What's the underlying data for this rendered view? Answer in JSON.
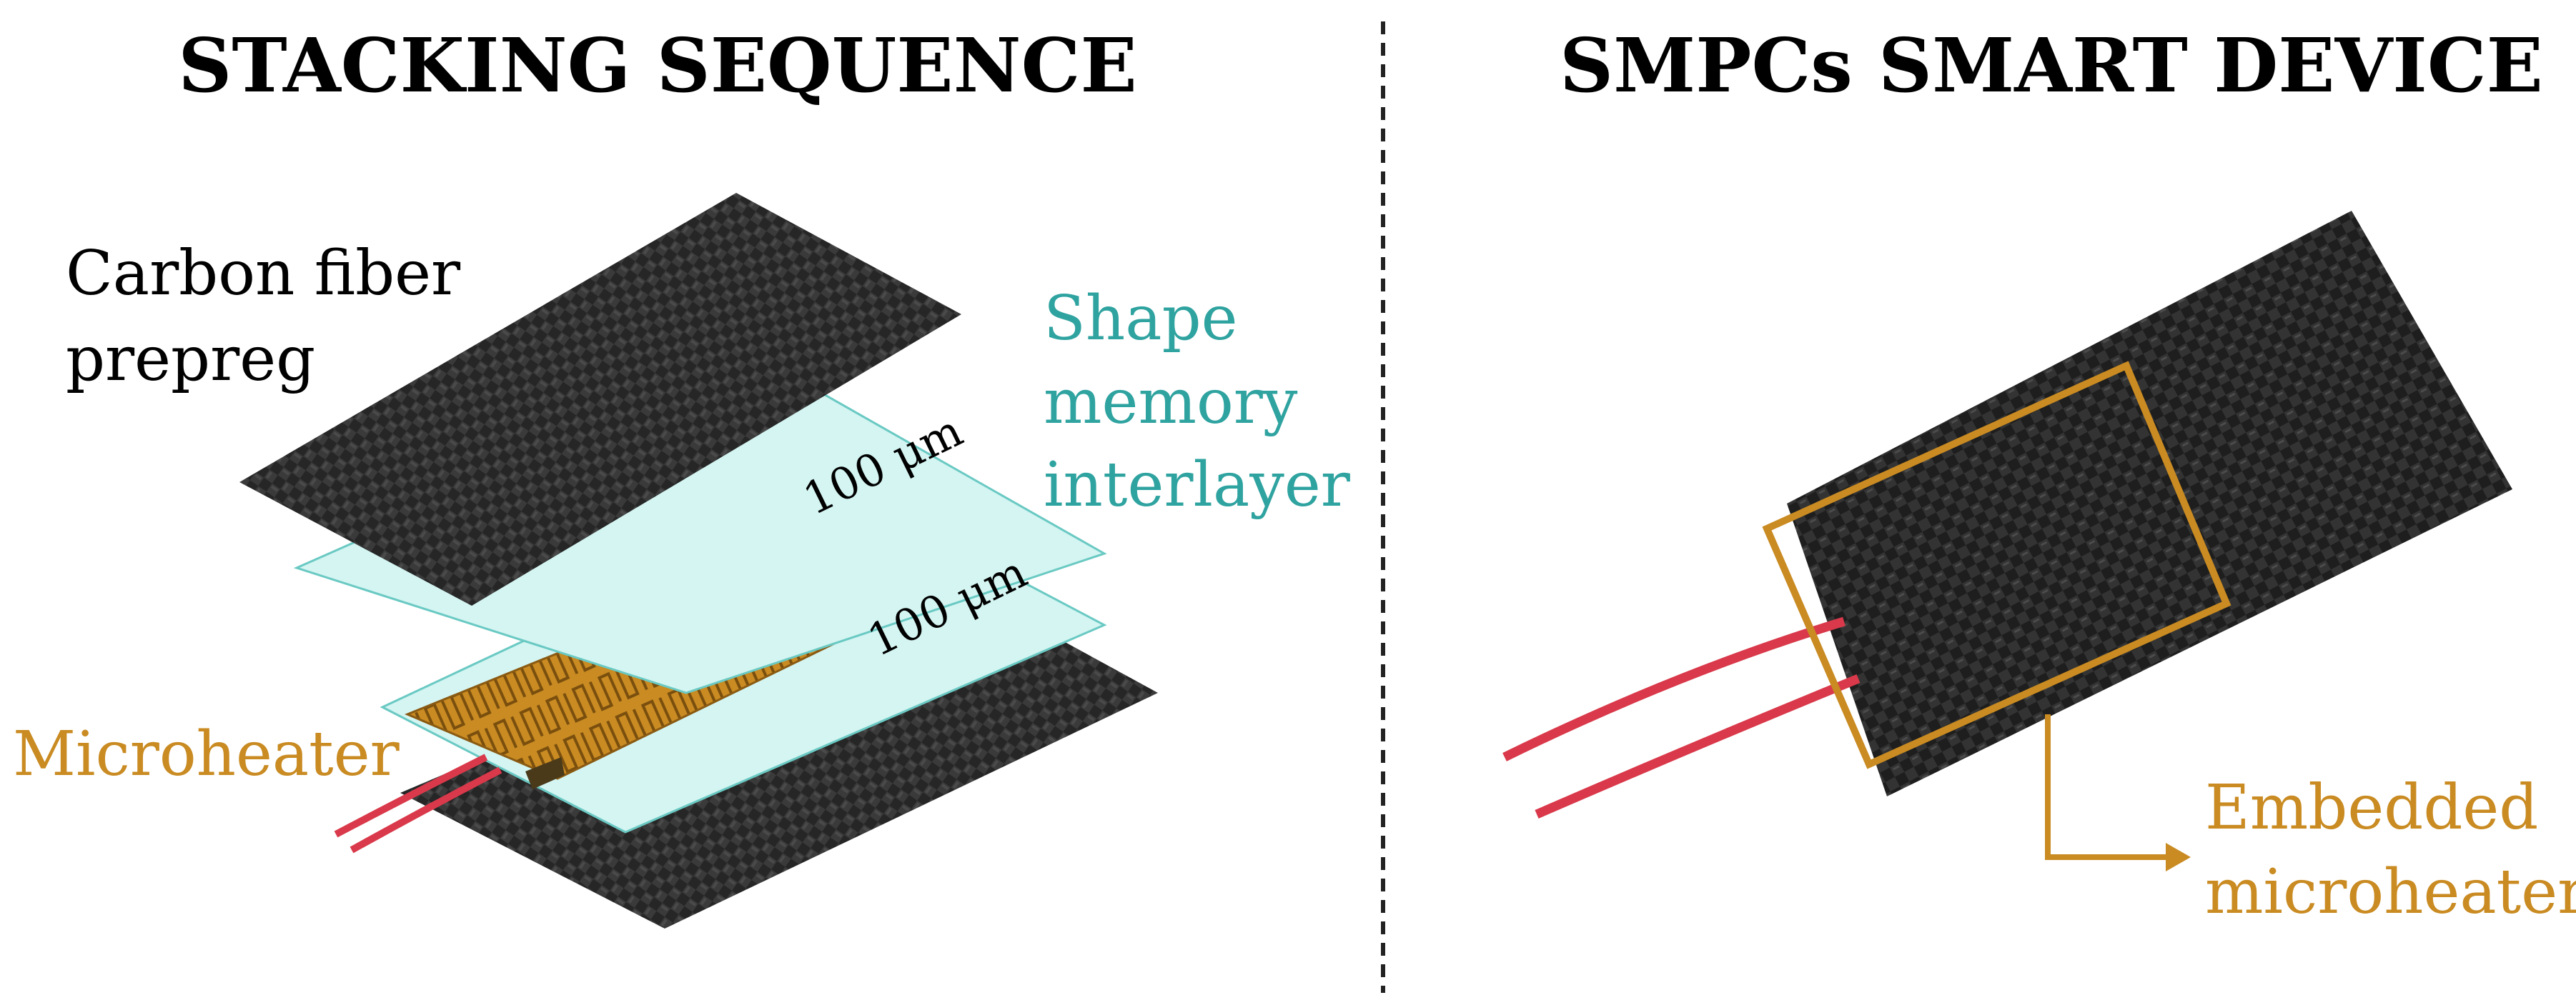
{
  "left_panel": {
    "title": "STACKING SEQUENCE",
    "carbon_label": [
      "Carbon fiber",
      "prepreg"
    ],
    "interlayer_label": [
      "Shape",
      "memory",
      "interlayer"
    ],
    "microheater_label": "Microheater",
    "thickness_upper": "100 μm",
    "thickness_lower": "100 μm"
  },
  "right_panel": {
    "title": "SMPCs SMART DEVICE",
    "embedded_label": [
      "Embedded",
      "microheater"
    ]
  },
  "colors": {
    "carbon": "#2b2b2b",
    "interlayer_fill": "#d4f5f2",
    "interlayer_text": "#2fa3a0",
    "microheater": "#c98b22",
    "wire": "#d9394a",
    "divider": "#222222"
  }
}
